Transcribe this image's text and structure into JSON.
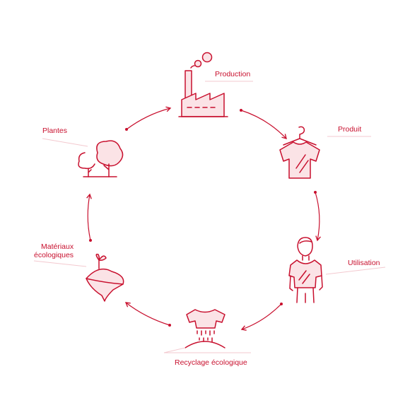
{
  "diagram": {
    "type": "cycle",
    "stages": [
      {
        "label": "Production",
        "icon": "factory-icon"
      },
      {
        "label": "Produit",
        "icon": "tshirt-hanger-icon"
      },
      {
        "label": "Utilisation",
        "icon": "person-icon"
      },
      {
        "label": "Recyclage écologique",
        "icon": "recycling-shirt-icon"
      },
      {
        "label": "Matériaux",
        "label_line2": "écologiques",
        "icon": "seedling-soil-icon"
      },
      {
        "label": "Plantes",
        "icon": "tree-icon"
      }
    ],
    "colors": {
      "accent": "#c8102e",
      "fill_light": "#fbe3e6",
      "underline": "#f3c9cf"
    }
  }
}
